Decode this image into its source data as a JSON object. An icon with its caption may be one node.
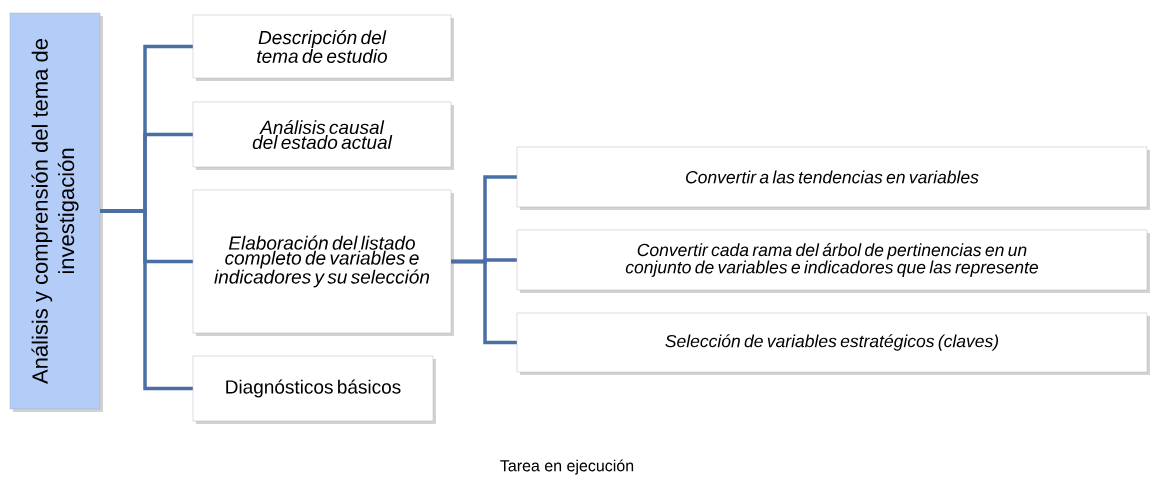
{
  "diagram": {
    "nodes": [
      {
        "text": [
          "Análisis y comprensión del tema de investigación"
        ]
      },
      {
        "text": [
          "Descripción del tema de estudio"
        ]
      },
      {
        "text": [
          "Análisis causal del estado actual"
        ]
      },
      {
        "text": [
          "Elaboración del listado completo de variables e indicadores y su selección"
        ]
      },
      {
        "text": [
          "Diagnósticos básicos"
        ]
      },
      {
        "text": [
          "Convertir a las tendencias en variables"
        ]
      },
      {
        "text": [
          "Convertir cada rama del árbol de pertinencias en un conjunto de variables e indicadores que las represente"
        ]
      },
      {
        "text": [
          "Selección de variables estratégicos (claves)"
        ]
      }
    ],
    "edges": [
      {
        "from": 0,
        "to": 1,
        "arrow": "none"
      },
      {
        "from": 0,
        "to": 2,
        "arrow": "none"
      },
      {
        "from": 0,
        "to": 3,
        "arrow": "none"
      },
      {
        "from": 0,
        "to": 4,
        "arrow": "none"
      },
      {
        "from": 3,
        "to": 5,
        "arrow": "none"
      },
      {
        "from": 3,
        "to": 6,
        "arrow": "none"
      },
      {
        "from": 3,
        "to": 7,
        "arrow": "none"
      }
    ],
    "labels": [
      "Tarea en ejecución"
    ]
  }
}
